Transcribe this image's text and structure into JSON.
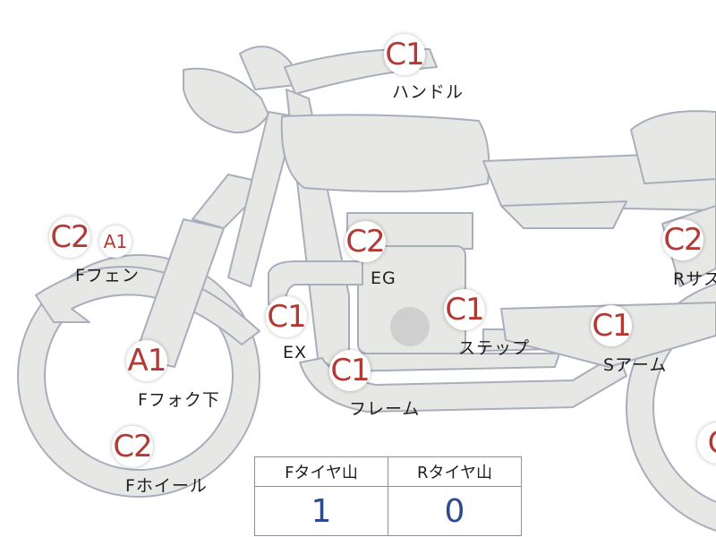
{
  "parts": [
    {
      "name": "handle",
      "badges": [
        "C1"
      ],
      "label": "ハンドル"
    },
    {
      "name": "front-fender",
      "badges": [
        "C2",
        "A1"
      ],
      "label": "Fフェン"
    },
    {
      "name": "engine",
      "badges": [
        "C2"
      ],
      "label": "EG"
    },
    {
      "name": "rear-suspension",
      "badges": [
        "C2"
      ],
      "label": "Rサス"
    },
    {
      "name": "exhaust",
      "badges": [
        "C1"
      ],
      "label": "EX"
    },
    {
      "name": "step",
      "badges": [
        "C1"
      ],
      "label": "ステップ"
    },
    {
      "name": "swing-arm",
      "badges": [
        "C1"
      ],
      "label": "Sアーム"
    },
    {
      "name": "front-fork-lower",
      "badges": [
        "A1"
      ],
      "label": "Fフォク下"
    },
    {
      "name": "frame",
      "badges": [
        "C1"
      ],
      "label": "フレーム"
    },
    {
      "name": "front-wheel",
      "badges": [
        "C2"
      ],
      "label": "Fホイール"
    },
    {
      "name": "rear-wheel",
      "badges": [
        "C"
      ],
      "label": ""
    }
  ],
  "tire_table": {
    "headers": [
      "Fタイヤ山",
      "Rタイヤ山"
    ],
    "values": [
      "1",
      "0"
    ]
  },
  "colors": {
    "part_fill": "#e7e7e5",
    "outline": "#a9aebc",
    "badge_text": "#b23a35",
    "value_text": "#2d4a8a"
  }
}
